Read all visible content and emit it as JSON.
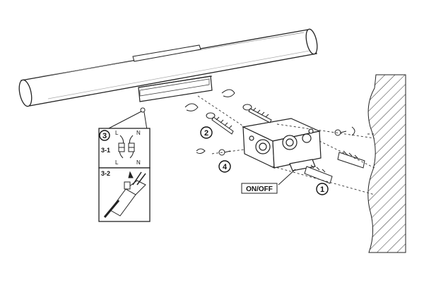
{
  "diagram": {
    "step_numbers": {
      "s1": "1",
      "s2": "2",
      "s3": "3",
      "s4": "4"
    },
    "detail": {
      "sub1": "3-1",
      "sub2": "3-2",
      "L_top": "L",
      "N_top": "N",
      "L_bot": "L",
      "N_bot": "N"
    },
    "switch_label": "ON/OFF"
  }
}
